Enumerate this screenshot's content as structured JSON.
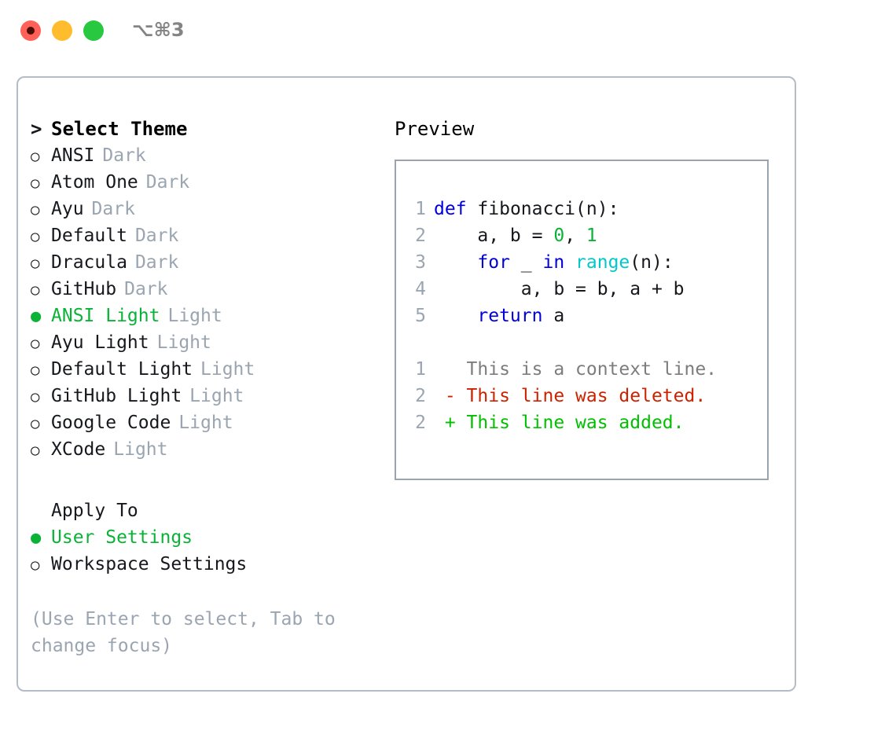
{
  "window": {
    "shortcut_label": "⌥⌘3",
    "traffic_lights": {
      "close": "close-button",
      "minimize": "minimize-button",
      "maximize": "maximize-button"
    }
  },
  "theme_picker": {
    "heading": "Select Theme",
    "heading_marker": ">",
    "marker_unselected": "○",
    "marker_selected": "●",
    "accent_color": "#0ab336",
    "items": [
      {
        "name": "ANSI",
        "kind": "Dark",
        "selected": false
      },
      {
        "name": "Atom One",
        "kind": "Dark",
        "selected": false
      },
      {
        "name": "Ayu",
        "kind": "Dark",
        "selected": false
      },
      {
        "name": "Default",
        "kind": "Dark",
        "selected": false
      },
      {
        "name": "Dracula",
        "kind": "Dark",
        "selected": false
      },
      {
        "name": "GitHub",
        "kind": "Dark",
        "selected": false
      },
      {
        "name": "ANSI Light",
        "kind": "Light",
        "selected": true
      },
      {
        "name": "Ayu Light",
        "kind": "Light",
        "selected": false
      },
      {
        "name": "Default Light",
        "kind": "Light",
        "selected": false
      },
      {
        "name": "GitHub Light",
        "kind": "Light",
        "selected": false
      },
      {
        "name": "Google Code",
        "kind": "Light",
        "selected": false
      },
      {
        "name": "XCode",
        "kind": "Light",
        "selected": false
      }
    ]
  },
  "apply_to": {
    "heading": "Apply To",
    "options": [
      {
        "label": "User Settings",
        "selected": true
      },
      {
        "label": "Workspace Settings",
        "selected": false
      }
    ]
  },
  "hint": {
    "text": "(Use Enter to select, Tab to change focus)"
  },
  "preview": {
    "heading": "Preview",
    "code_lines": [
      {
        "lineno": "1",
        "tokens": [
          {
            "t": "def",
            "c": "kw"
          },
          {
            "t": " ",
            "c": "id"
          },
          {
            "t": "fibonacci(n):",
            "c": "id"
          }
        ]
      },
      {
        "lineno": "2",
        "tokens": [
          {
            "t": "    a, b = ",
            "c": "id"
          },
          {
            "t": "0",
            "c": "num"
          },
          {
            "t": ", ",
            "c": "id"
          },
          {
            "t": "1",
            "c": "num"
          }
        ]
      },
      {
        "lineno": "3",
        "tokens": [
          {
            "t": "    ",
            "c": "id"
          },
          {
            "t": "for",
            "c": "kw"
          },
          {
            "t": " _ ",
            "c": "id"
          },
          {
            "t": "in",
            "c": "kw"
          },
          {
            "t": " ",
            "c": "id"
          },
          {
            "t": "range",
            "c": "fn"
          },
          {
            "t": "(n):",
            "c": "id"
          }
        ]
      },
      {
        "lineno": "4",
        "tokens": [
          {
            "t": "        a, b = b, a + b",
            "c": "id"
          }
        ]
      },
      {
        "lineno": "5",
        "tokens": [
          {
            "t": "    ",
            "c": "id"
          },
          {
            "t": "return",
            "c": "kw"
          },
          {
            "t": " a",
            "c": "id"
          }
        ]
      }
    ],
    "diff_lines": [
      {
        "lineno": "1",
        "sign": " ",
        "text": "This is a context line.",
        "kind": "context"
      },
      {
        "lineno": "2",
        "sign": "-",
        "text": "This line was deleted.",
        "kind": "deleted"
      },
      {
        "lineno": "2",
        "sign": "+",
        "text": "This line was added.",
        "kind": "added"
      }
    ]
  },
  "palette": {
    "keyword": "#0000dd",
    "function": "#00c8cc",
    "number": "#0ab336",
    "identifier": "#16181d",
    "lineno": "#9aa5b1",
    "diff_context": "#7d7d7d",
    "diff_deleted": "#cc2200",
    "diff_added": "#00c000",
    "muted": "#9aa5b1",
    "border": "#b4bcc8"
  }
}
